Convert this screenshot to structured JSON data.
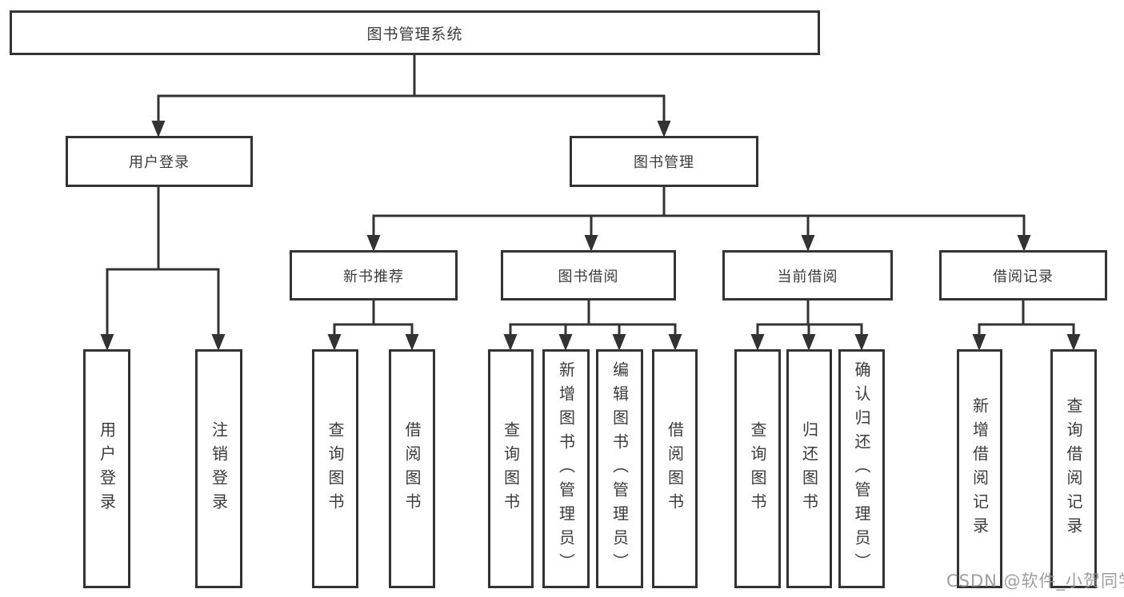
{
  "nodes": {
    "root": "图书管理系统",
    "user_login": "用户登录",
    "book_management": "图书管理",
    "new_book_recommend": "新书推荐",
    "book_borrowing": "图书借阅",
    "current_borrowing": "当前借阅",
    "borrowing_records": "借阅记录",
    "leaf_user_login": "用户登录",
    "leaf_logout": "注销登录",
    "leaf_rec_query_books": "查询图书",
    "leaf_rec_borrow_books": "借阅图书",
    "leaf_bb_query_books": "查询图书",
    "leaf_bb_add_books": "新增图书（管理员）",
    "leaf_bb_edit_books": "编辑图书（管理员）",
    "leaf_bb_borrow_books": "借阅图书",
    "leaf_cb_query_books": "查询图书",
    "leaf_cb_return_books": "归还图书",
    "leaf_cb_confirm_return": "确认归还（管理员）",
    "leaf_br_add_record": "新增借阅记录",
    "leaf_br_query_record": "查询借阅记录"
  },
  "watermark": "CSDN @软件_小贺同学",
  "colors": {
    "line": "#333333",
    "text": "#3b3b3b",
    "background": "#ffffff",
    "watermark": "#919191"
  }
}
